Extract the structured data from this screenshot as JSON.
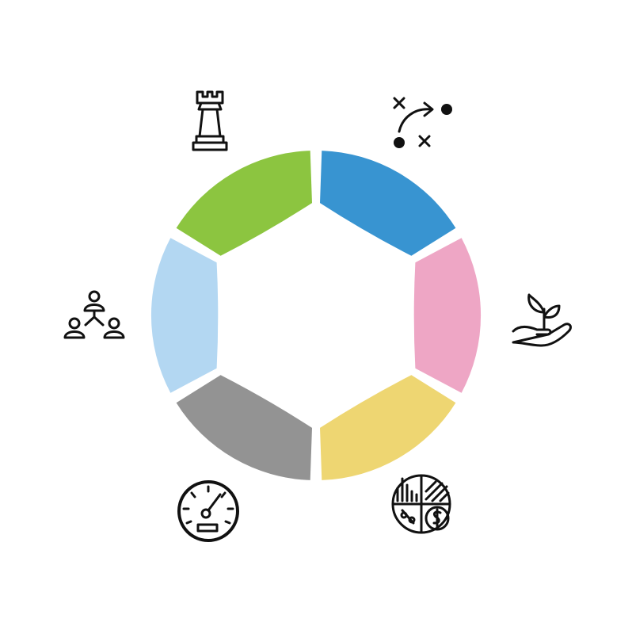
{
  "segments": [
    {
      "id": "blue",
      "color": "#3894d1",
      "start": -88,
      "end": -32
    },
    {
      "id": "pink",
      "color": "#eea6c5",
      "start": -28,
      "end": 28
    },
    {
      "id": "yellow",
      "color": "#eed672",
      "start": 32,
      "end": 88
    },
    {
      "id": "gray",
      "color": "#939393",
      "start": 92,
      "end": 148
    },
    {
      "id": "light-blue",
      "color": "#b3d7f2",
      "start": 152,
      "end": 208
    },
    {
      "id": "green",
      "color": "#8cc540",
      "start": 212,
      "end": 268
    }
  ],
  "icons": [
    "chess-rook-icon",
    "strategy-play-icon",
    "plant-in-hand-icon",
    "finance-chart-icon",
    "speedometer-icon",
    "team-hierarchy-icon"
  ]
}
